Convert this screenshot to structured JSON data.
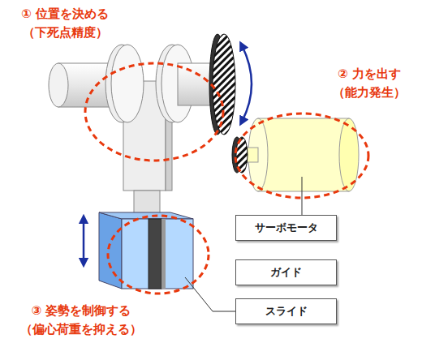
{
  "diagram": {
    "nodes": [
      {
        "text": [
          "サーボモータ"
        ]
      },
      {
        "text": [
          "ガイド"
        ]
      },
      {
        "text": [
          "スライド"
        ]
      }
    ],
    "labels": [
      "① 位置を決める （下死点精度）",
      "② 力を出す （能力発生）",
      "③ 姿勢を制御する （偏心荷重を抑える）"
    ]
  }
}
